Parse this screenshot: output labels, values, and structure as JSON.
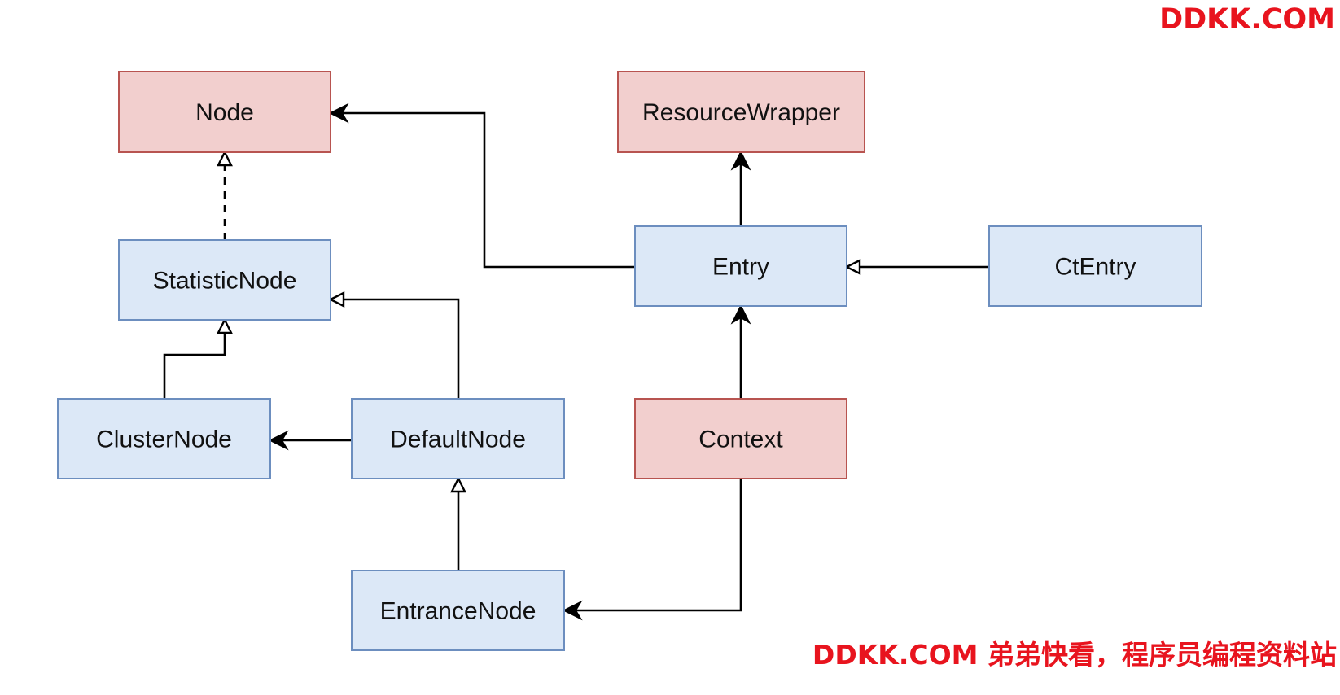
{
  "watermark": {
    "top": "DDKK.COM",
    "bottom": "DDKK.COM 弟弟快看，程序员编程资料站"
  },
  "colors": {
    "abstract_fill": "#f2cfce",
    "abstract_stroke": "#b85450",
    "class_fill": "#dce8f7",
    "class_stroke": "#6c8ebf",
    "watermark": "#e8141e"
  },
  "diagram": {
    "nodes": [
      {
        "id": "node",
        "label": "Node",
        "style": "pink"
      },
      {
        "id": "resource_wrapper",
        "label": "ResourceWrapper",
        "style": "pink"
      },
      {
        "id": "statistic_node",
        "label": "StatisticNode",
        "style": "blue"
      },
      {
        "id": "entry",
        "label": "Entry",
        "style": "blue"
      },
      {
        "id": "ct_entry",
        "label": "CtEntry",
        "style": "blue"
      },
      {
        "id": "cluster_node",
        "label": "ClusterNode",
        "style": "blue"
      },
      {
        "id": "default_node",
        "label": "DefaultNode",
        "style": "blue"
      },
      {
        "id": "context",
        "label": "Context",
        "style": "pink"
      },
      {
        "id": "entrance_node",
        "label": "EntranceNode",
        "style": "blue"
      }
    ],
    "edges": [
      {
        "from": "statistic_node",
        "to": "node",
        "kind": "realization"
      },
      {
        "from": "cluster_node",
        "to": "statistic_node",
        "kind": "inheritance"
      },
      {
        "from": "default_node",
        "to": "statistic_node",
        "kind": "inheritance"
      },
      {
        "from": "default_node",
        "to": "cluster_node",
        "kind": "association"
      },
      {
        "from": "entrance_node",
        "to": "default_node",
        "kind": "inheritance"
      },
      {
        "from": "entry",
        "to": "node",
        "kind": "association"
      },
      {
        "from": "entry",
        "to": "resource_wrapper",
        "kind": "association"
      },
      {
        "from": "ct_entry",
        "to": "entry",
        "kind": "inheritance"
      },
      {
        "from": "context",
        "to": "entry",
        "kind": "association"
      },
      {
        "from": "context",
        "to": "entrance_node",
        "kind": "association"
      }
    ]
  }
}
